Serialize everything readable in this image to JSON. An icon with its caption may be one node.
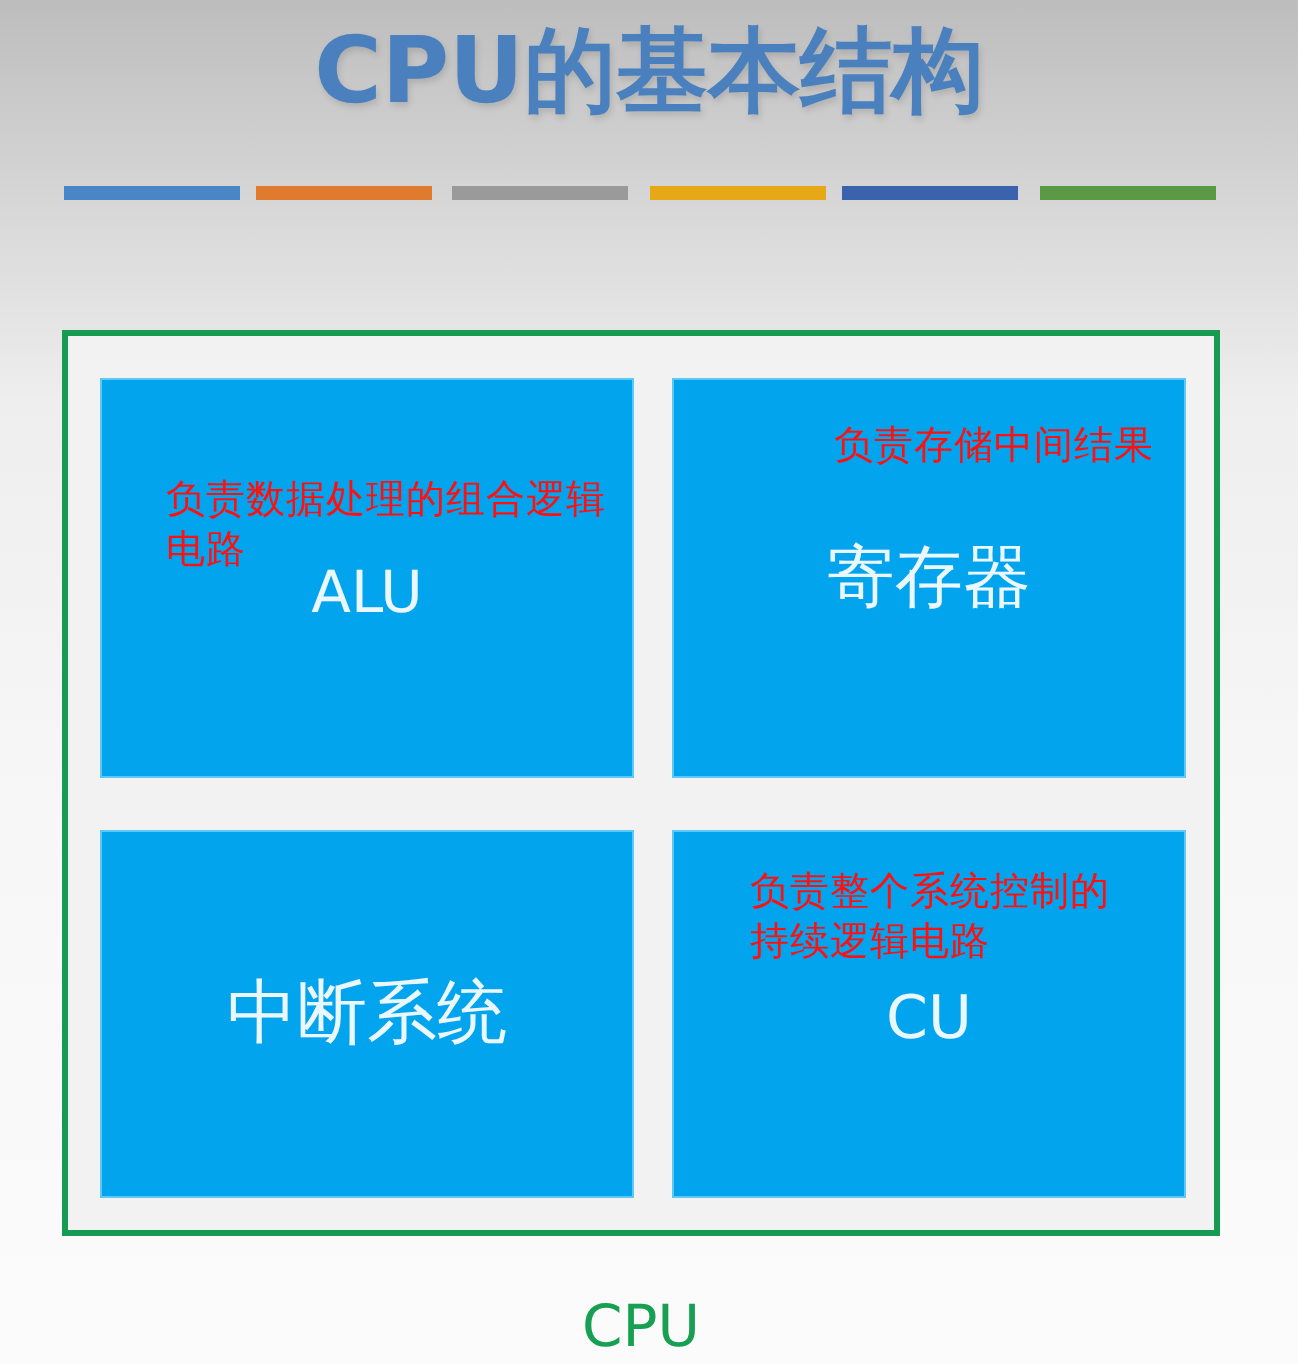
{
  "diagram": {
    "title": "CPU的基本结构",
    "nodes": [
      {
        "text": [
          "CPU"
        ]
      },
      {
        "text": [
          "负责数据处理的组合逻辑电路",
          "ALU"
        ],
        "in": 0
      },
      {
        "text": [
          "负责存储中间结果",
          "寄存器"
        ],
        "in": 0
      },
      {
        "text": [
          "中断系统"
        ],
        "in": 0
      },
      {
        "text": [
          "负责整个系统控制的持续逻辑电路",
          "CU"
        ],
        "in": 0
      }
    ]
  }
}
